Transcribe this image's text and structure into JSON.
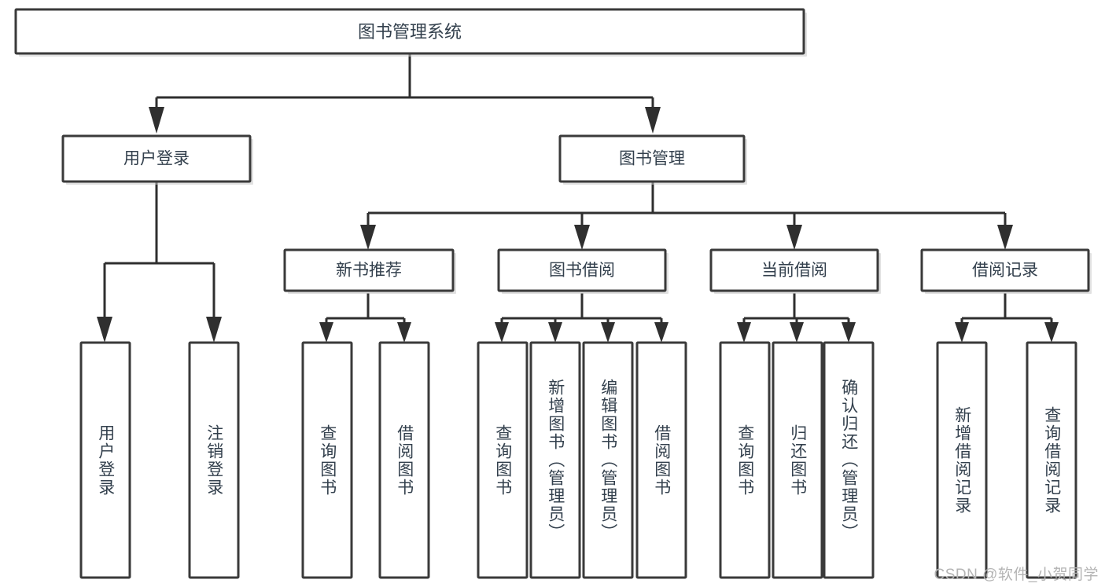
{
  "diagram": {
    "title": "图书管理系统",
    "type": "hierarchy-tree",
    "watermark": "CSDN @软件_小贺同学",
    "colors": {
      "box_stroke": "#3a3a3a",
      "connector": "#2f2f2f",
      "text": "#33404d",
      "background": "#ffffff",
      "watermark": "#b4b4b4"
    },
    "root": {
      "label": "图书管理系统",
      "orientation": "horizontal"
    },
    "level2": [
      {
        "label": "用户登录",
        "orientation": "horizontal"
      },
      {
        "label": "图书管理",
        "orientation": "horizontal"
      }
    ],
    "level3": [
      {
        "label": "新书推荐",
        "orientation": "horizontal"
      },
      {
        "label": "图书借阅",
        "orientation": "horizontal"
      },
      {
        "label": "当前借阅",
        "orientation": "horizontal"
      },
      {
        "label": "借阅记录",
        "orientation": "horizontal"
      }
    ],
    "leaves": {
      "user_login": [
        {
          "label": "用户登录",
          "orientation": "vertical"
        },
        {
          "label": "注销登录",
          "orientation": "vertical"
        }
      ],
      "new_book_recommend": [
        {
          "label": "查询图书",
          "orientation": "vertical"
        },
        {
          "label": "借阅图书",
          "orientation": "vertical"
        }
      ],
      "book_borrow": [
        {
          "label": "查询图书",
          "orientation": "vertical"
        },
        {
          "label": "新增图书（管理员）",
          "orientation": "vertical"
        },
        {
          "label": "编辑图书（管理员）",
          "orientation": "vertical"
        },
        {
          "label": "借阅图书",
          "orientation": "vertical"
        }
      ],
      "current_borrow": [
        {
          "label": "查询图书",
          "orientation": "vertical"
        },
        {
          "label": "归还图书",
          "orientation": "vertical"
        },
        {
          "label": "确认归还（管理员）",
          "orientation": "vertical"
        }
      ],
      "borrow_record": [
        {
          "label": "新增借阅记录",
          "orientation": "vertical"
        },
        {
          "label": "查询借阅记录",
          "orientation": "vertical"
        }
      ]
    }
  }
}
